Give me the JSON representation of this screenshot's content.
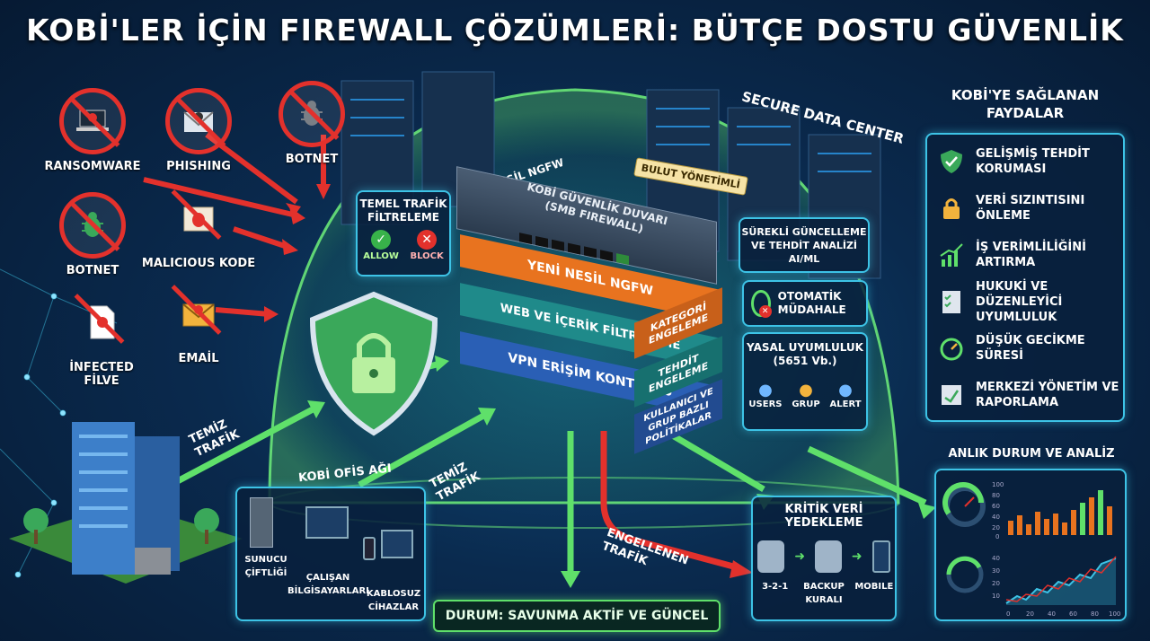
{
  "title": "KOBİ'LER İÇİN FIREWALL ÇÖZÜMLERİ: BÜTÇE DOSTU GÜVENLİK",
  "threats": [
    {
      "label": "RANSOMWARE",
      "icon": "laptop-skull-icon"
    },
    {
      "label": "PHISHING",
      "icon": "envelope-skull-icon"
    },
    {
      "label": "BOTNET",
      "icon": "bug-icon"
    },
    {
      "label": "BOTNET",
      "icon": "bug-icon"
    },
    {
      "label": "MALICIOUS KODE",
      "icon": "email-bug-icon"
    },
    {
      "label": "İNFECTED FİLVE",
      "icon": "file-skull-icon"
    },
    {
      "label": "EMAİL",
      "icon": "envelope-alert-icon"
    }
  ],
  "datacenter_label": "SECURE DATA CENTER",
  "ngfw_top_label": "YENİ NESİL NGFW",
  "cloud_tag": "BULUT YÖNETİMLİ",
  "basic_filter": {
    "title": "TEMEL TRAFİK FİLTRELEME",
    "allow": "ALLOW",
    "block": "BLOCK"
  },
  "device_label": "KOBİ GÜVENLİK DUVARI (SMB FIREWALL)",
  "layers": [
    {
      "label": "YENİ NESİL NGFW",
      "side": "KATEGORİ ENGELEME",
      "color": "#e8731f"
    },
    {
      "label": "WEB VE İÇERİK FİLTRELEME",
      "side": "TEHDİT ENGELEME",
      "color": "#1f8a8a"
    },
    {
      "label": "VPN ERİŞİM KONTROLÜ",
      "side": "KULLANICI VE GRUP BAZLI POLİTİKALAR",
      "color": "#2a5fb5"
    }
  ],
  "ai_box": "SÜREKLİ GÜNCELLEME VE TEHDİT ANALİZİ AI/ML",
  "auto_box": "OTOMATİK MÜDAHALE",
  "compliance": {
    "title": "YASAL UYUMLULUK (5651 Vb.)",
    "items": [
      "USERS",
      "GRUP",
      "ALERT"
    ]
  },
  "flows": {
    "clean1": "TEMİZ TRAFİK",
    "clean2": "TEMİZ TRAFİK",
    "blocked": "ENGELLENEN TRAFİK"
  },
  "office": {
    "title": "KOBİ OFİS AĞI",
    "items": [
      "SUNUCU ÇİFTLİĞİ",
      "ÇALIŞAN BİLGİSAYARLARI",
      "KABLOSUZ CİHAZLAR"
    ]
  },
  "status": "DURUM: SAVUNMA AKTİF VE GÜNCEL",
  "backup": {
    "title": "KRİTİK VERİ YEDEKLEME",
    "items": [
      "3-2-1",
      "BACKUP KURALI",
      "MOBILE"
    ]
  },
  "benefits": {
    "title": "KOBİ'YE SAĞLANAN FAYDALAR",
    "items": [
      {
        "label": "GELİŞMİŞ TEHDİT KORUMASI",
        "icon": "shield-check-icon"
      },
      {
        "label": "VERİ SIZINTISINI ÖNLEME",
        "icon": "lock-icon"
      },
      {
        "label": "İŞ VERİMLİLİĞİNİ ARTIRMA",
        "icon": "growth-chart-icon"
      },
      {
        "label": "HUKUKİ VE DÜZENLEYİCİ UYUMLULUK",
        "icon": "checklist-icon"
      },
      {
        "label": "DÜŞÜK GECİKME SÜRESİ",
        "icon": "speed-gauge-icon"
      },
      {
        "label": "MERKEZİ YÖNETİM VE RAPORLAMA",
        "icon": "report-icon"
      }
    ]
  },
  "analysis": {
    "title": "ANLIK DURUM VE ANALİZ",
    "bar_axis": [
      "100",
      "80",
      "60",
      "40",
      "20",
      "0"
    ],
    "line_axis": [
      "40",
      "30",
      "20",
      "10"
    ],
    "x_axis": [
      "0",
      "20",
      "40",
      "60",
      "80",
      "100"
    ]
  },
  "colors": {
    "accent": "#3dc3e6",
    "green": "#5fe06a",
    "red": "#e3312c",
    "orange": "#e8731f"
  }
}
